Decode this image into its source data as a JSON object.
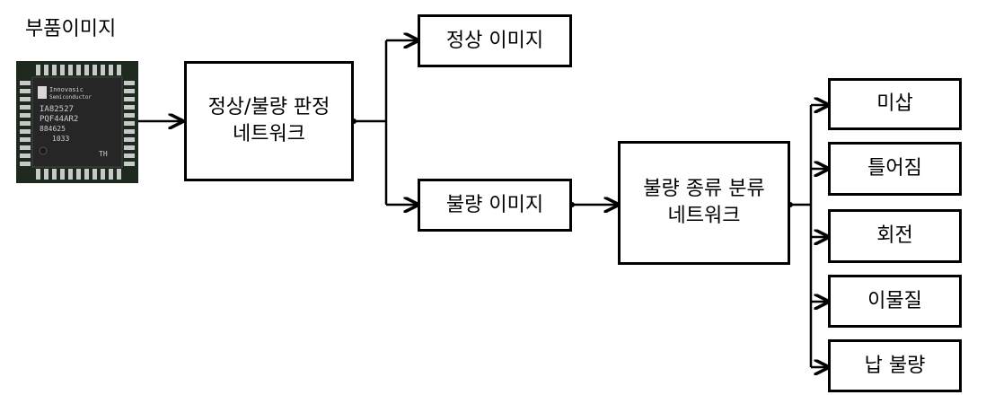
{
  "input": {
    "label": "부품이미지",
    "chip_marking": [
      "Innovasic",
      "Semiconductor",
      "IA82527",
      "PQF44AR2",
      "884625",
      "1033",
      "TH"
    ]
  },
  "classifier": {
    "label": "정상/불량 판정\n네트워크"
  },
  "outputs": {
    "normal": "정상 이미지",
    "defect": "불량 이미지"
  },
  "defect_classifier": {
    "label": "불량 종류 분류\n네트워크"
  },
  "defect_types": [
    "미삽",
    "틀어짐",
    "회전",
    "이물질",
    "납 불량"
  ],
  "colors": {
    "chip_body": "#2b2b2b",
    "chip_pin": "#c9c9c9",
    "line": "#000000"
  }
}
